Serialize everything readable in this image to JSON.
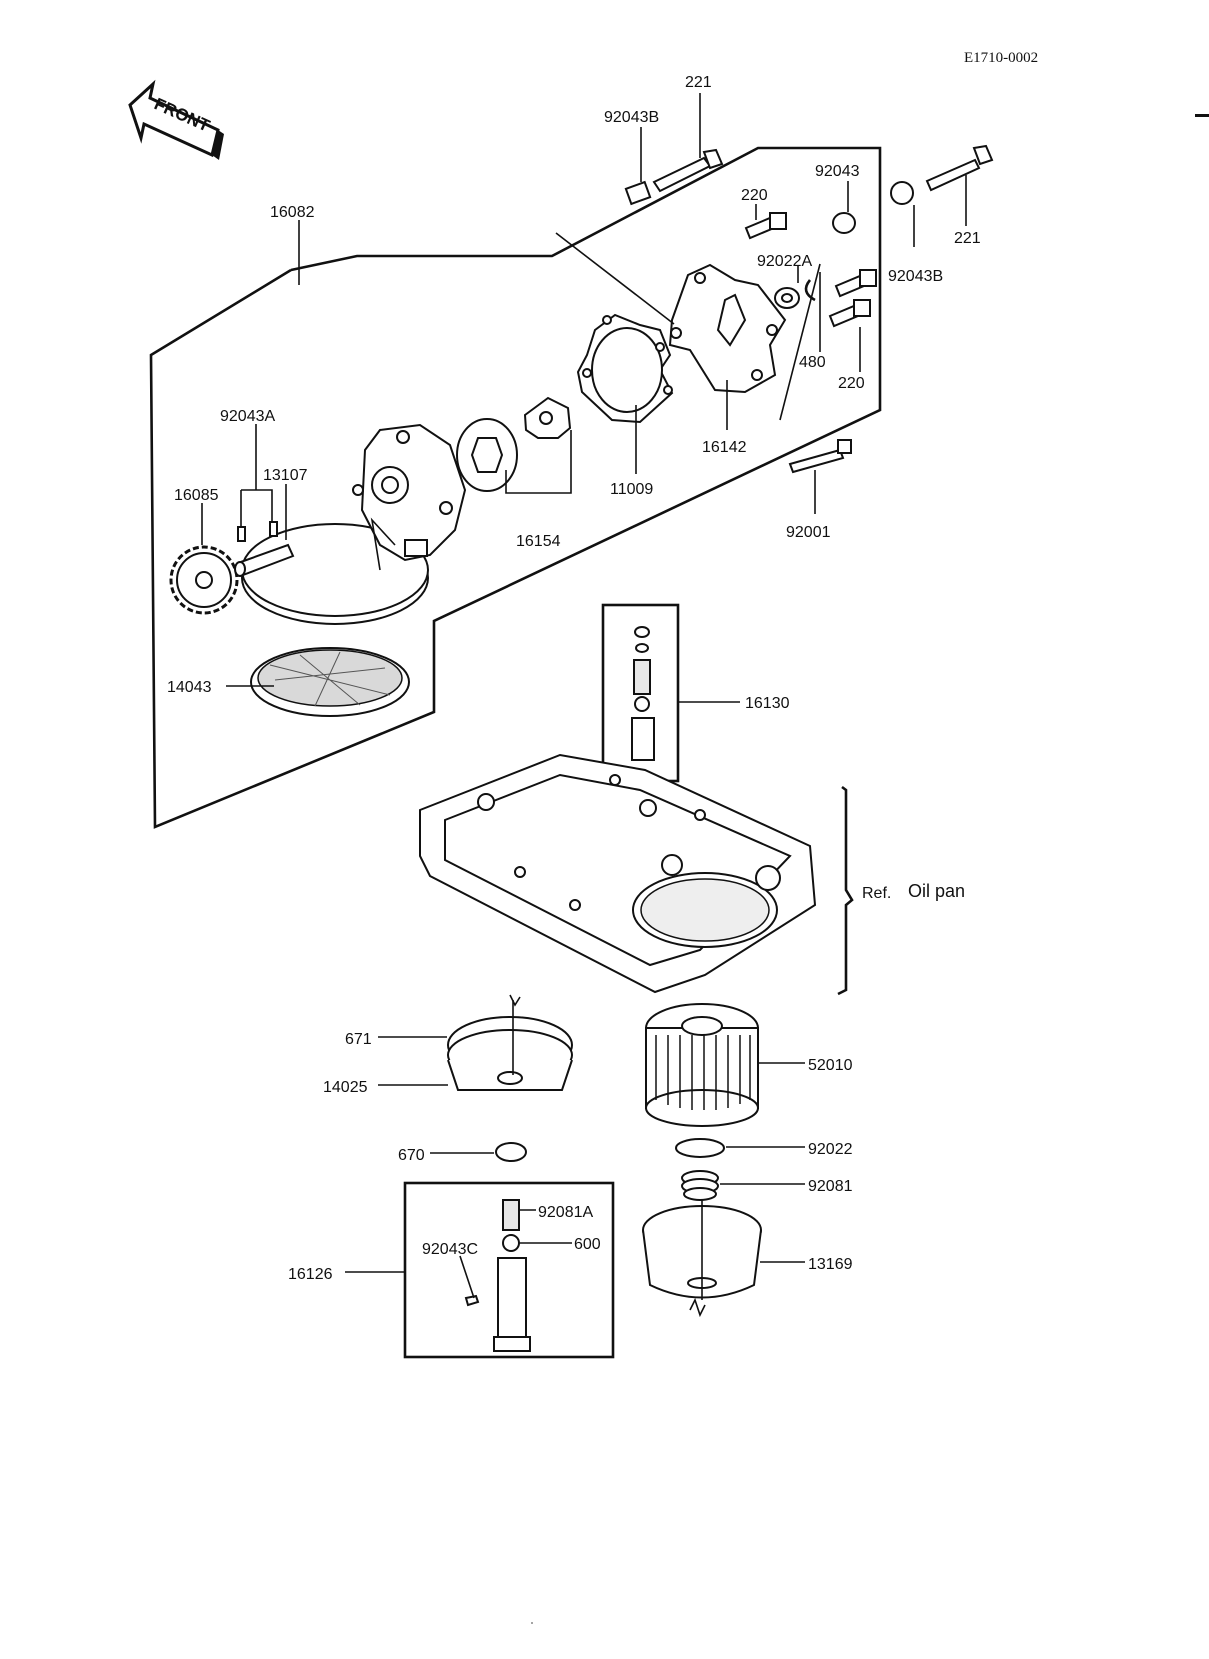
{
  "doc_code": "E1710-0002",
  "direction_label": "FRONT",
  "ref_label": "Ref.",
  "ref_part": "Oil pan",
  "parts": [
    "221",
    "92043B",
    "92043",
    "220",
    "92022A",
    "221",
    "92043B",
    "16082",
    "480",
    "220",
    "92043A",
    "13107",
    "16085",
    "16142",
    "11009",
    "16154",
    "92001",
    "14043",
    "16130",
    "671",
    "14025",
    "52010",
    "670",
    "92022",
    "92081",
    "92081A",
    "600",
    "92043C",
    "16126",
    "13169"
  ]
}
